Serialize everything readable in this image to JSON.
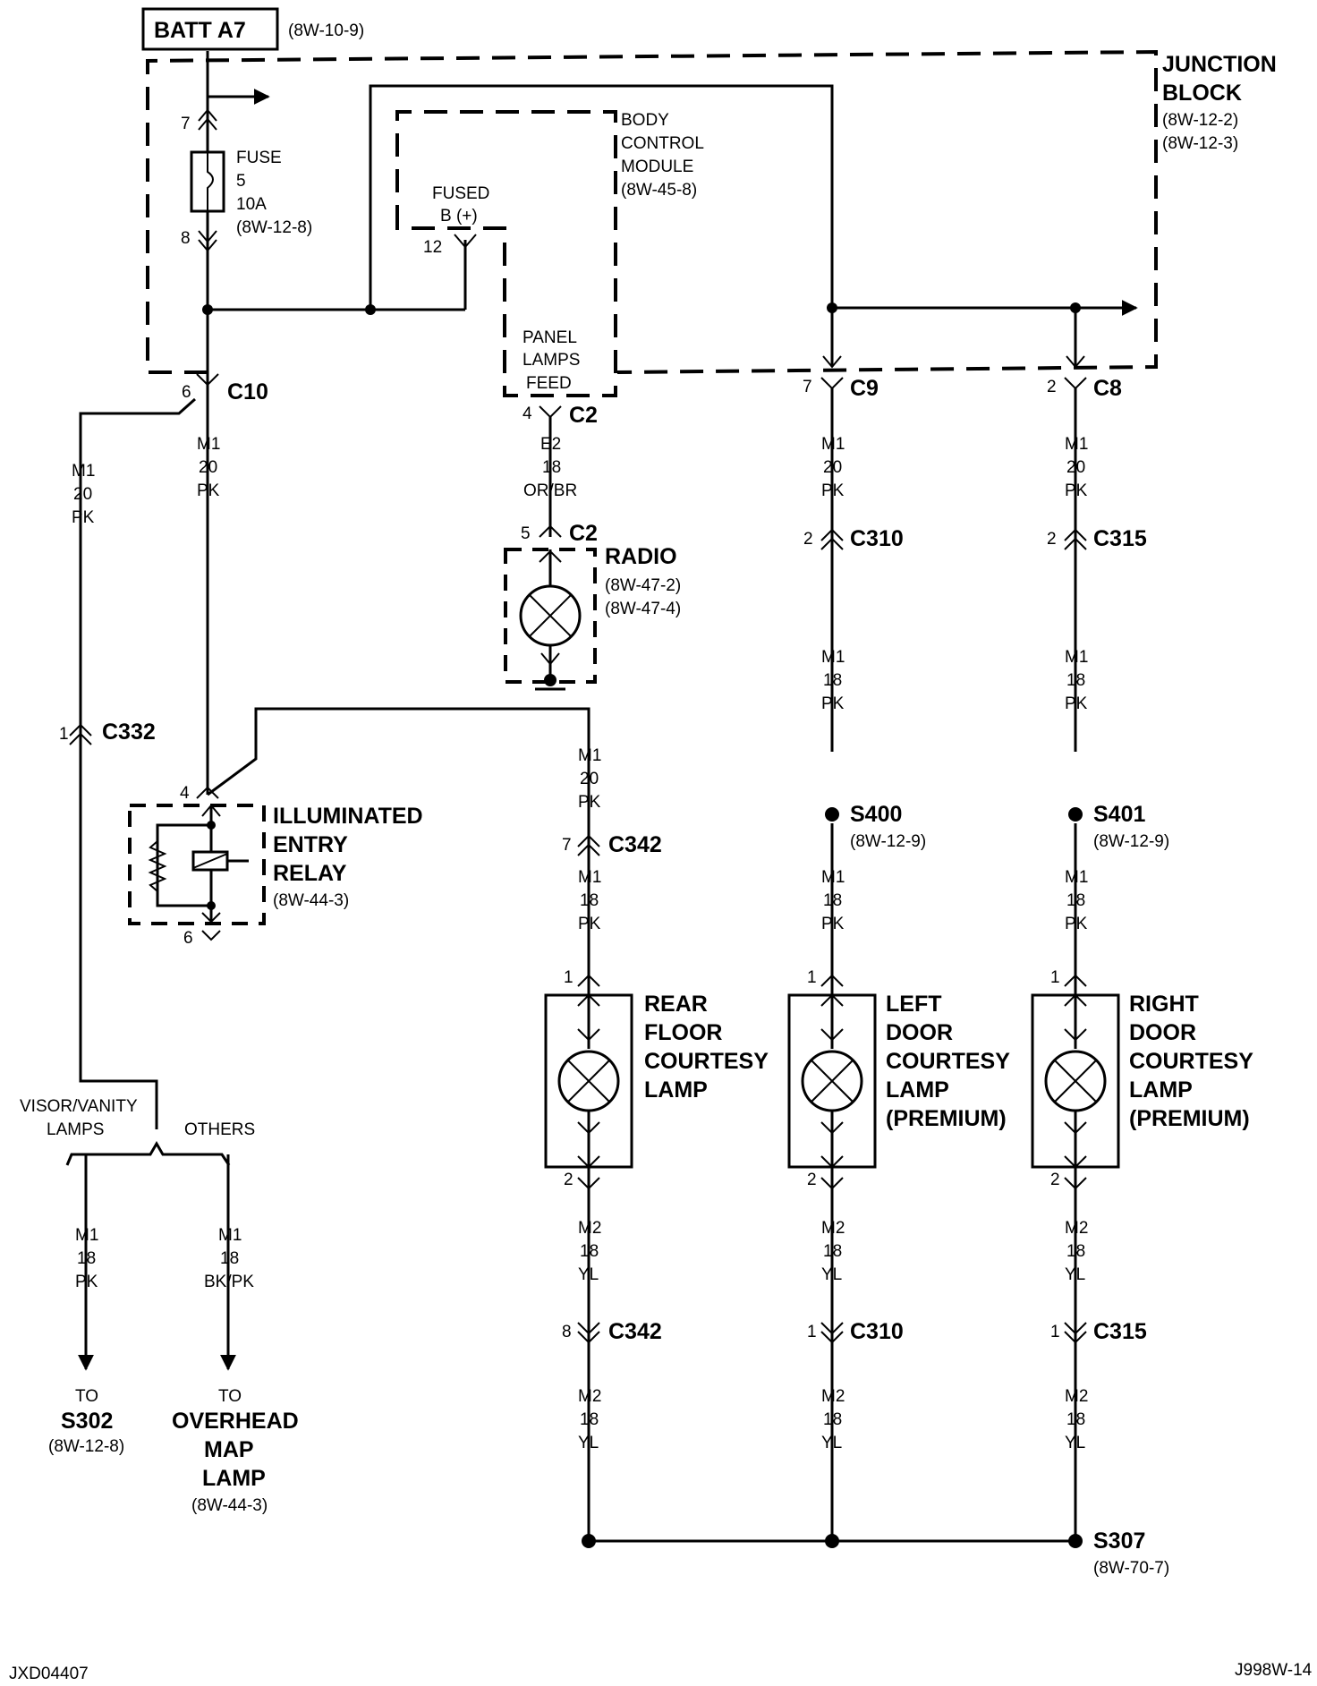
{
  "header": {
    "batt": "BATT A7",
    "batt_ref": "(8W-10-9)"
  },
  "junction_block": {
    "title1": "JUNCTION",
    "title2": "BLOCK",
    "ref1": "(8W-12-2)",
    "ref2": "(8W-12-3)"
  },
  "fuse": {
    "label": "FUSE",
    "number": "5",
    "rating": "10A",
    "ref": "(8W-12-8)",
    "pin_in": "7",
    "pin_out": "8"
  },
  "bcm": {
    "line1": "BODY",
    "line2": "CONTROL",
    "line3": "MODULE",
    "ref": "(8W-45-8)",
    "fused1": "FUSED",
    "fused2": "B (+)",
    "pin": "12",
    "panel1": "PANEL",
    "panel2": "LAMPS",
    "panel3": "FEED"
  },
  "connectors": {
    "c10": {
      "name": "C10",
      "pin": "6"
    },
    "c2_top": {
      "name": "C2",
      "pin": "4"
    },
    "c2_radio": {
      "name": "C2",
      "pin": "5"
    },
    "c9": {
      "name": "C9",
      "pin": "7"
    },
    "c8": {
      "name": "C8",
      "pin": "2"
    },
    "c310_top": {
      "name": "C310",
      "pin": "2"
    },
    "c315_top": {
      "name": "C315",
      "pin": "2"
    },
    "c332": {
      "name": "C332",
      "pin": "1"
    },
    "c342_top": {
      "name": "C342",
      "pin": "7"
    },
    "c342_bot": {
      "name": "C342",
      "pin": "8"
    },
    "c310_bot": {
      "name": "C310",
      "pin": "1"
    },
    "c315_bot": {
      "name": "C315",
      "pin": "1"
    }
  },
  "wires": {
    "m1_20_pk": [
      "M1",
      "20",
      "PK"
    ],
    "m1_18_pk": [
      "M1",
      "18",
      "PK"
    ],
    "e2_18_orbr": [
      "E2",
      "18",
      "OR/BR"
    ],
    "m1_18_bkpk": [
      "M1",
      "18",
      "BK/PK"
    ],
    "m2_18_yl": [
      "M2",
      "18",
      "YL"
    ]
  },
  "radio": {
    "name": "RADIO",
    "ref1": "(8W-47-2)",
    "ref2": "(8W-47-4)"
  },
  "relay": {
    "line1": "ILLUMINATED",
    "line2": "ENTRY",
    "line3": "RELAY",
    "ref": "(8W-44-3)",
    "pin_top": "4",
    "pin_bot": "6"
  },
  "splices": {
    "s400": {
      "name": "S400",
      "ref": "(8W-12-9)"
    },
    "s401": {
      "name": "S401",
      "ref": "(8W-12-9)"
    },
    "s307": {
      "name": "S307",
      "ref": "(8W-70-7)"
    }
  },
  "lamps": {
    "rear": {
      "line1": "REAR",
      "line2": "FLOOR",
      "line3": "COURTESY",
      "line4": "LAMP",
      "pin1": "1",
      "pin2": "2"
    },
    "left": {
      "line1": "LEFT",
      "line2": "DOOR",
      "line3": "COURTESY",
      "line4": "LAMP",
      "line5": "(PREMIUM)",
      "pin1": "1",
      "pin2": "2"
    },
    "right": {
      "line1": "RIGHT",
      "line2": "DOOR",
      "line3": "COURTESY",
      "line4": "LAMP",
      "line5": "(PREMIUM)",
      "pin1": "1",
      "pin2": "2"
    }
  },
  "branch": {
    "left1": "VISOR/VANITY",
    "left2": "LAMPS",
    "right": "OTHERS"
  },
  "destinations": {
    "s302": {
      "to": "TO",
      "name": "S302",
      "ref": "(8W-12-8)"
    },
    "overhead": {
      "to": "TO",
      "line1": "OVERHEAD",
      "line2": "MAP",
      "line3": "LAMP",
      "ref": "(8W-44-3)"
    }
  },
  "footer": {
    "left": "JXD04407",
    "right": "J998W-14"
  }
}
